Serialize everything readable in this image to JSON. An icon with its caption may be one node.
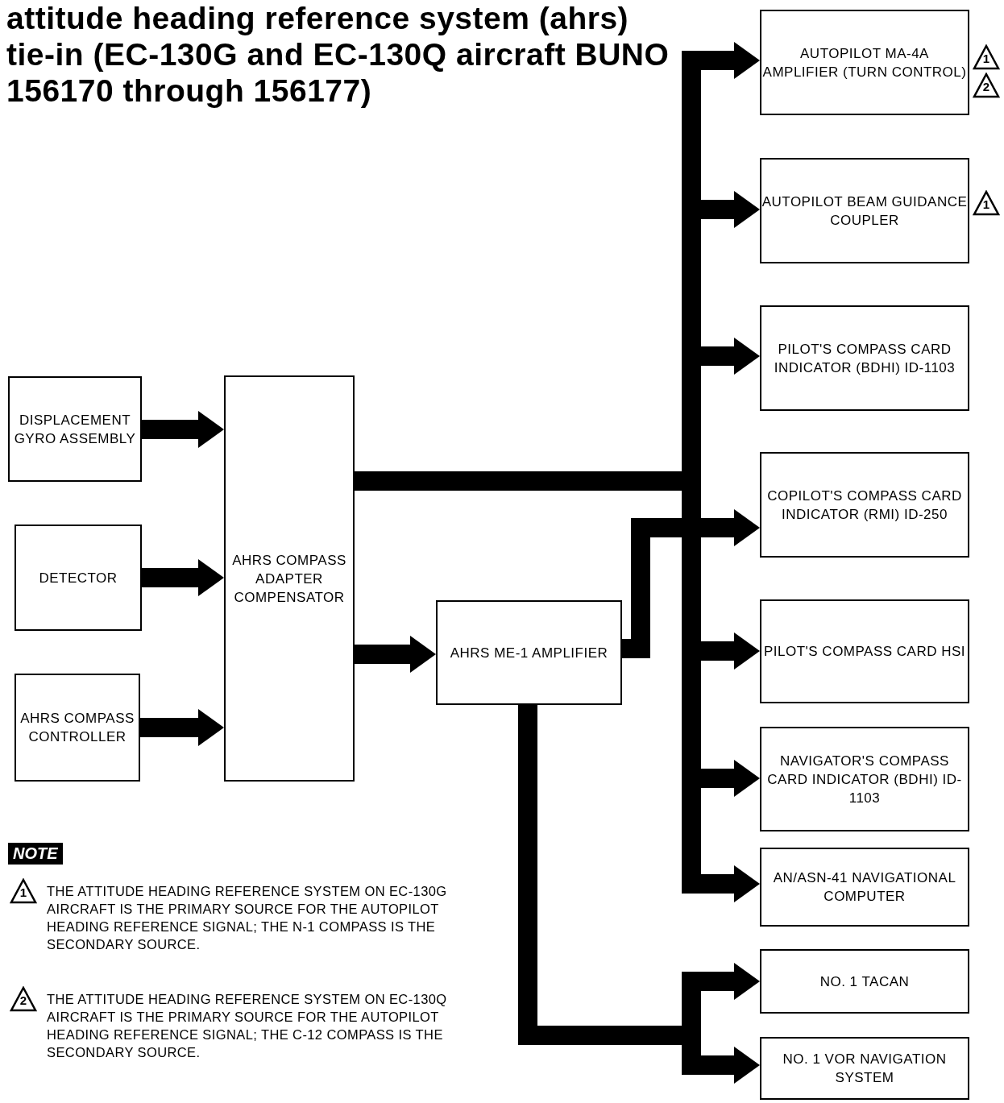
{
  "diagram": {
    "title": "attitude heading reference system (ahrs) tie-in (EC-130G and EC-130Q aircraft BUNO 156170 through 156177)",
    "nodes": [
      {
        "text": [
          "DISPLACEMENT GYRO ASSEMBLY"
        ]
      },
      {
        "text": [
          "DETECTOR"
        ]
      },
      {
        "text": [
          "AHRS COMPASS CONTROLLER"
        ]
      },
      {
        "text": [
          "AHRS COMPASS ADAPTER COMPENSATOR"
        ]
      },
      {
        "text": [
          "AHRS ME-1 AMPLIFIER"
        ]
      },
      {
        "text": [
          "AUTOPILOT MA-4A AMPLIFIER (TURN CONTROL)"
        ],
        "beside": [
          "1",
          "2"
        ]
      },
      {
        "text": [
          "AUTOPILOT BEAM GUIDANCE COUPLER"
        ],
        "beside": [
          "1"
        ]
      },
      {
        "text": [
          "PILOT'S COMPASS CARD INDICATOR (BDHI) ID-1103"
        ]
      },
      {
        "text": [
          "COPILOT'S COMPASS CARD INDICATOR (RMI) ID-250"
        ]
      },
      {
        "text": [
          "PILOT'S COMPASS CARD HSI"
        ]
      },
      {
        "text": [
          "NAVIGATOR'S COMPASS CARD INDICATOR (BDHI) ID-1103"
        ]
      },
      {
        "text": [
          "AN/ASN-41 NAVIGATIONAL COMPUTER"
        ]
      },
      {
        "text": [
          "NO. 1 TACAN"
        ]
      },
      {
        "text": [
          "NO. 1 VOR NAVIGATION SYSTEM"
        ]
      }
    ],
    "edges": [
      {
        "from": 0,
        "to": 3,
        "arrow": "to"
      },
      {
        "from": 1,
        "to": 3,
        "arrow": "to"
      },
      {
        "from": 2,
        "to": 3,
        "arrow": "to"
      },
      {
        "from": 3,
        "to": 4,
        "arrow": "to"
      },
      {
        "from": 3,
        "to": 5,
        "arrow": "to"
      },
      {
        "from": 3,
        "to": 6,
        "arrow": "to"
      },
      {
        "from": 3,
        "to": 7,
        "arrow": "to"
      },
      {
        "from": 3,
        "to": 9,
        "arrow": "to"
      },
      {
        "from": 3,
        "to": 10,
        "arrow": "to"
      },
      {
        "from": 3,
        "to": 11,
        "arrow": "to"
      },
      {
        "from": 4,
        "to": 8,
        "arrow": "to"
      },
      {
        "from": 4,
        "to": 12,
        "arrow": "to"
      },
      {
        "from": 4,
        "to": 13,
        "arrow": "to"
      }
    ],
    "labels": [
      "NOTE",
      "1",
      "THE ATTITUDE HEADING REFERENCE SYSTEM ON EC-130G AIRCRAFT IS THE PRIMARY SOURCE FOR THE AUTOPILOT HEADING REFERENCE SIGNAL; THE N-1 COMPASS IS THE SECONDARY SOURCE.",
      "2",
      "THE ATTITUDE HEADING REFERENCE SYSTEM ON EC-130Q AIRCRAFT IS THE PRIMARY SOURCE FOR THE AUTOPILOT HEADING REFERENCE SIGNAL; THE C-12 COMPASS IS THE SECONDARY SOURCE."
    ]
  }
}
